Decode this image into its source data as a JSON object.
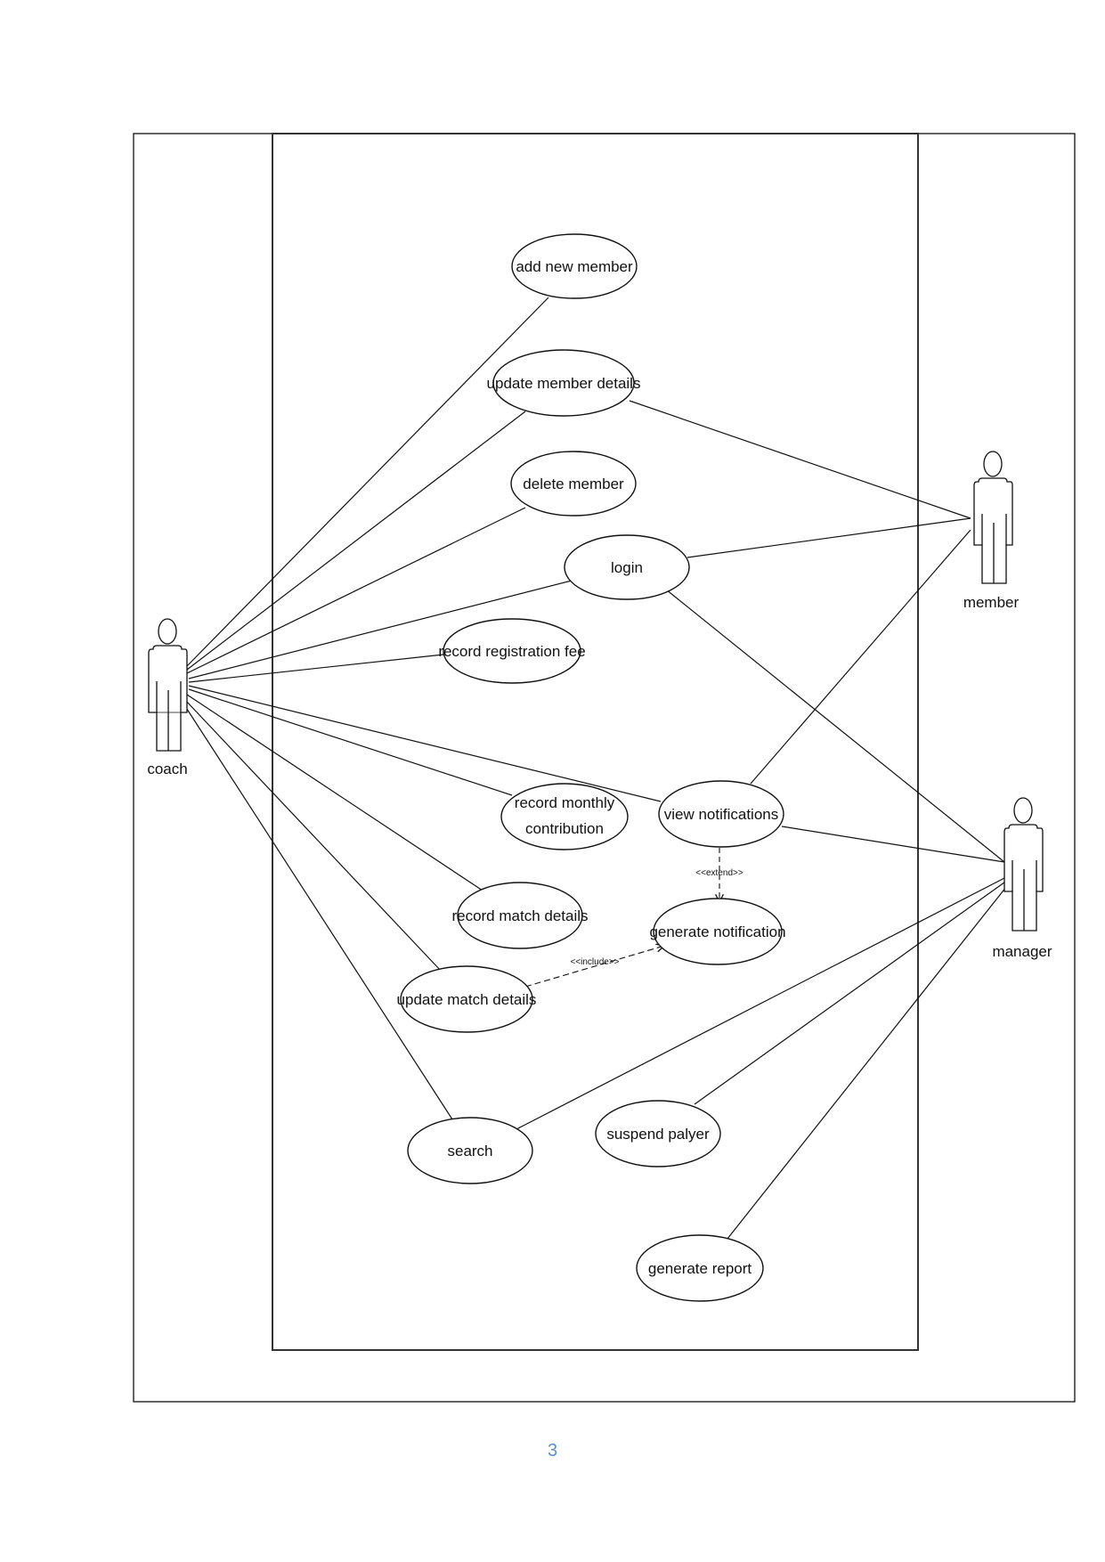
{
  "page_number": "3",
  "actors": {
    "coach": "coach",
    "member": "member",
    "manager": "manager"
  },
  "use_cases": {
    "add_new_member": "add new member",
    "update_member_details": "update member details",
    "delete_member": "delete member",
    "login": "login",
    "record_registration_fee": "record registration fee",
    "record_monthly_contribution_1": "record monthly",
    "record_monthly_contribution_2": "contribution",
    "view_notifications": "view notifications",
    "record_match_details": "record match details",
    "generate_notification": "generate notification",
    "update_match_details": "update match details",
    "search": "search",
    "suspend_player": "suspend palyer",
    "generate_report": "generate report"
  },
  "relationships": {
    "extend": "<<extend>>",
    "include": "<<include>>"
  },
  "colors": {
    "line": "#111111",
    "page_number": "#5b8fd0"
  }
}
